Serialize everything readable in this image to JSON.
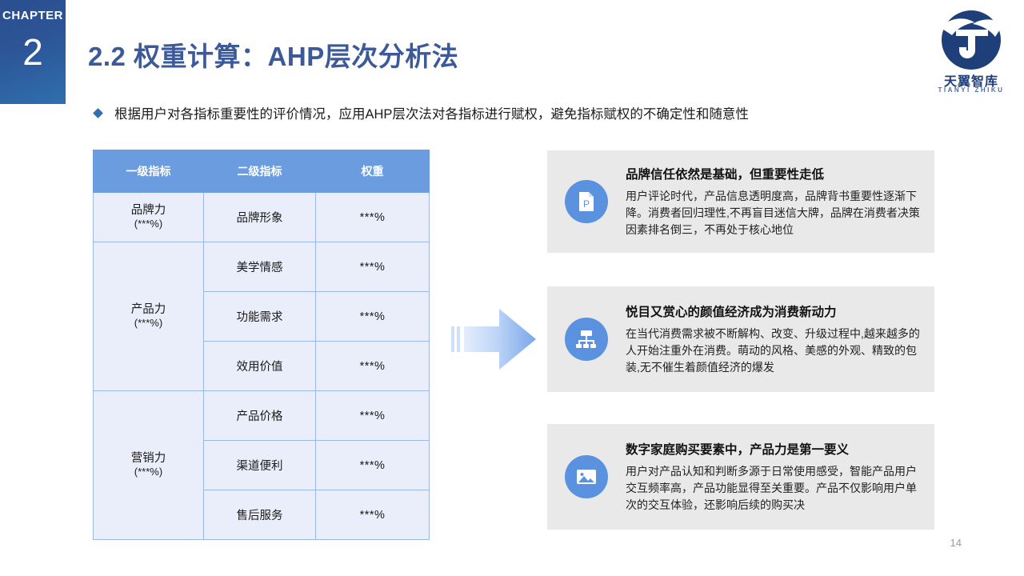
{
  "chapter": {
    "label": "CHAPTER",
    "number": "2",
    "color": "#2c5496"
  },
  "header": {
    "title": "2.2 权重计算：AHP层次分析法",
    "title_color": "#3c5a9a",
    "bullet_text": "根据用户对各指标重要性的评价情况，应用AHP层次法对各指标进行赋权，避免指标赋权的不确定性和随意性",
    "bullet_icon": "diamond-bullet-icon"
  },
  "logo": {
    "mark_icon": "tianyi-circle-t-logo",
    "name_cn": "天翼智库",
    "name_en": "TIANYI ZHIKU",
    "color": "#1e3f7a"
  },
  "table": {
    "header_bg": "#6b9ce0",
    "cell_bg": "#e9eefa",
    "border_color": "#9cb8e6",
    "columns": [
      "一级指标",
      "二级指标",
      "权重"
    ],
    "groups": [
      {
        "name": "品牌力",
        "weight": "(***%)",
        "rows": [
          {
            "indicator": "品牌形象",
            "weight": "***%"
          }
        ]
      },
      {
        "name": "产品力",
        "weight": "(***%)",
        "rows": [
          {
            "indicator": "美学情感",
            "weight": "***%"
          },
          {
            "indicator": "功能需求",
            "weight": "***%"
          },
          {
            "indicator": "效用价值",
            "weight": "***%"
          }
        ]
      },
      {
        "name": "营销力",
        "weight": "(***%)",
        "rows": [
          {
            "indicator": "产品价格",
            "weight": "***%"
          },
          {
            "indicator": "渠道便利",
            "weight": "***%"
          },
          {
            "indicator": "售后服务",
            "weight": "***%"
          }
        ]
      }
    ]
  },
  "arrow": {
    "icon": "right-arrow-icon",
    "color_start": "#dce8fb",
    "color_end": "#6f9fe8"
  },
  "cards": [
    {
      "icon": "document-p-icon",
      "icon_bg": "#5b92e0",
      "title": "品牌信任依然是基础，但重要性走低",
      "desc": "用户评论时代，产品信息透明度高，品牌背书重要性逐渐下降。消费者回归理性,不再盲目迷信大牌，品牌在消费者决策因素排名倒三，不再处于核心地位"
    },
    {
      "icon": "sitemap-icon",
      "icon_bg": "#5b92e0",
      "title": "悦目又赏心的颜值经济成为消费新动力",
      "desc": "在当代消费需求被不断解构、改变、升级过程中,越来越多的人开始注重外在消费。萌动的风格、美感的外观、精致的包装,无不催生着颜值经济的爆发"
    },
    {
      "icon": "image-icon",
      "icon_bg": "#5b92e0",
      "title": "数字家庭购买要素中，产品力是第一要义",
      "desc": "用户对产品认知和判断多源于日常使用感受，智能产品用户交互频率高，产品功能显得至关重要。产品不仅影响用户单次的交互体验，还影响后续的购买决"
    }
  ],
  "footer": {
    "page_number": "14"
  }
}
